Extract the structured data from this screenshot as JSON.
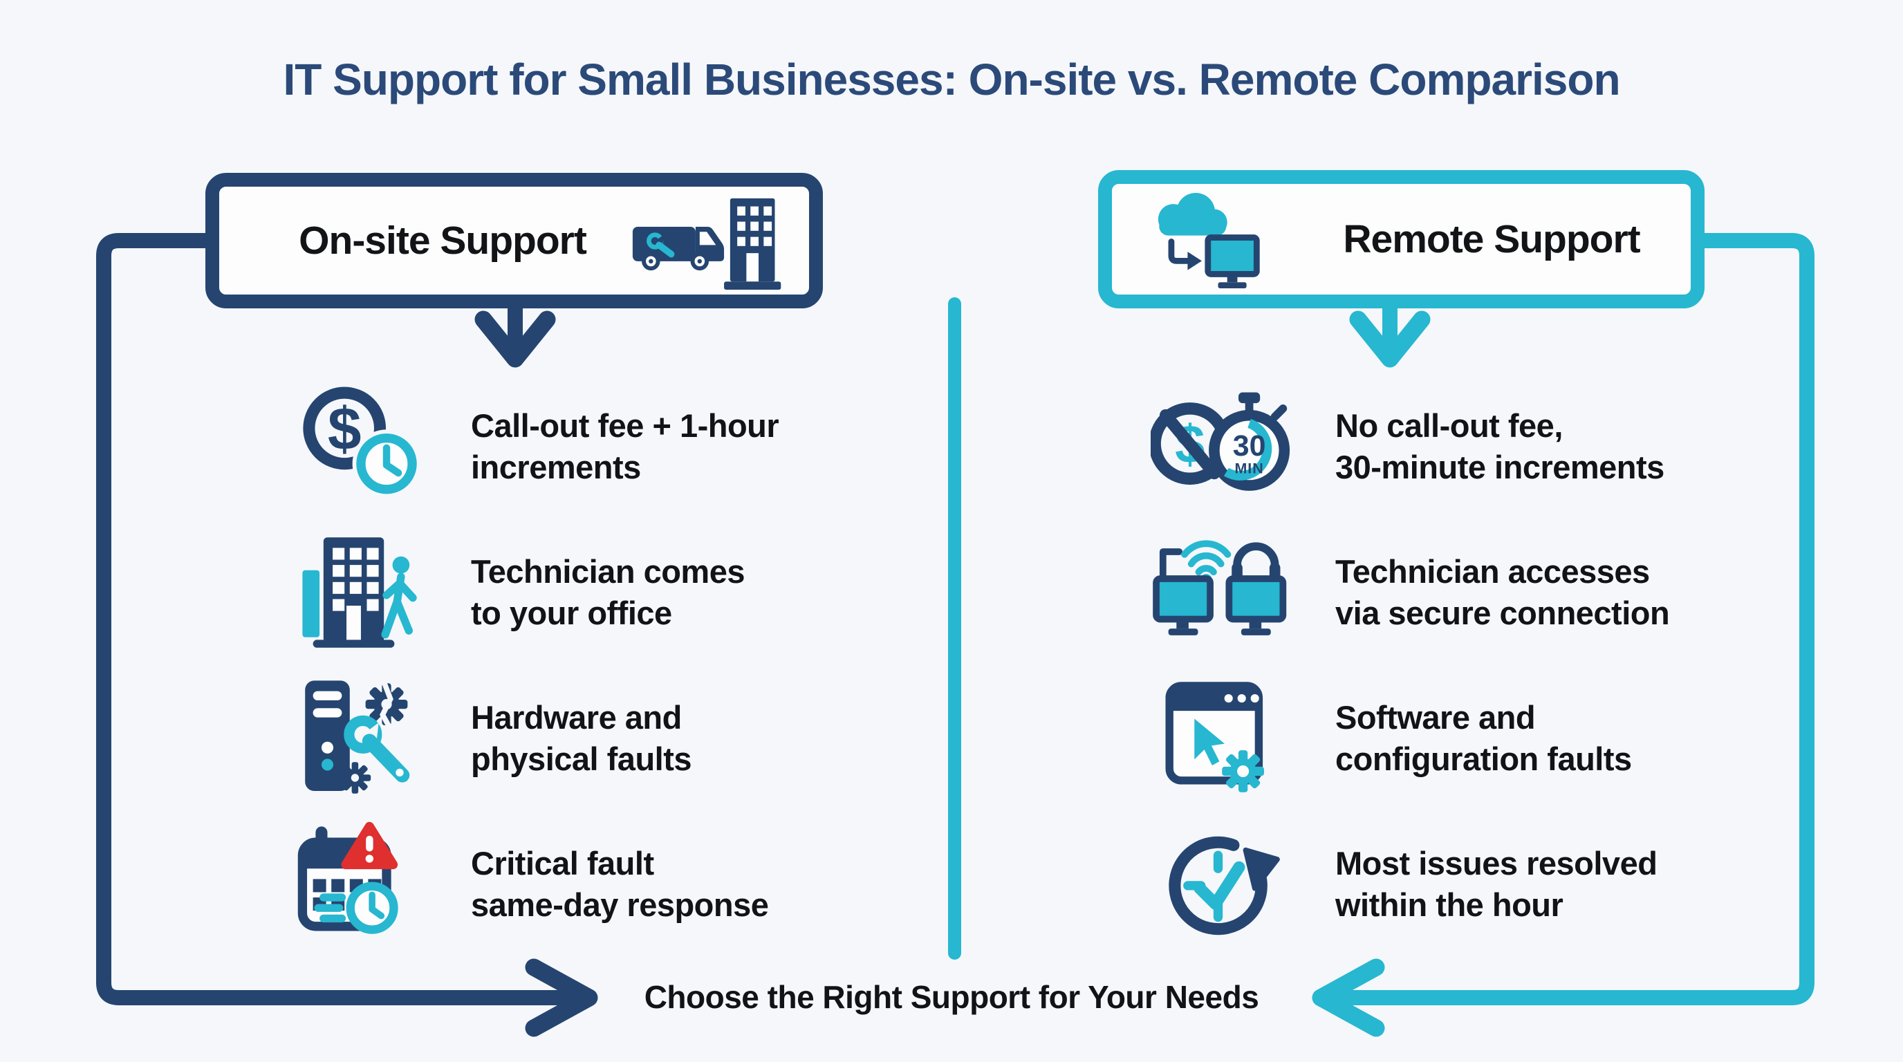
{
  "title": "IT Support for Small Businesses: On-site vs. Remote Comparison",
  "colors": {
    "navy": "#254570",
    "teal": "#27b7d0",
    "red": "#df2f2f",
    "background": "#f5f7fa"
  },
  "onsite": {
    "header": "On-site Support",
    "items": [
      {
        "icon": "dollar-clock-icon",
        "lines": [
          "Call-out fee + 1-hour",
          "increments"
        ]
      },
      {
        "icon": "office-building-walker-icon",
        "lines": [
          "Technician comes",
          "to your office"
        ]
      },
      {
        "icon": "server-repair-tools-icon",
        "lines": [
          "Hardware and",
          "physical faults"
        ]
      },
      {
        "icon": "calendar-alert-clock-icon",
        "lines": [
          "Critical fault",
          "same-day response"
        ]
      }
    ]
  },
  "remote": {
    "header": "Remote Support",
    "items": [
      {
        "icon": "no-fee-stopwatch-icon",
        "lines": [
          "No call-out fee,",
          "30-minute increments"
        ]
      },
      {
        "icon": "secure-remote-access-icon",
        "lines": [
          "Technician accesses",
          "via secure connection"
        ]
      },
      {
        "icon": "software-window-gear-icon",
        "lines": [
          "Software and",
          "configuration faults"
        ]
      },
      {
        "icon": "clock-check-icon",
        "lines": [
          "Most issues resolved",
          "within the hour"
        ]
      }
    ]
  },
  "footer": "Choose the Right Support for Your Needs",
  "glyphs": {
    "dollar": "$"
  },
  "stopwatch": {
    "value": "30",
    "unit": "MIN"
  }
}
